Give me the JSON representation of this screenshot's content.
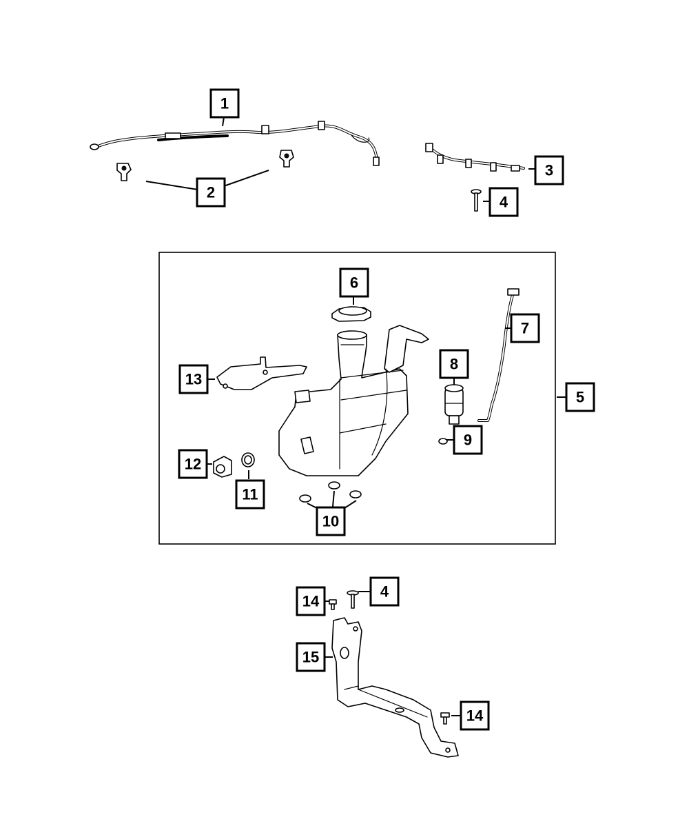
{
  "callouts": {
    "c1": "1",
    "c2": "2",
    "c3": "3",
    "c4a": "4",
    "c4b": "4",
    "c5": "5",
    "c6": "6",
    "c7": "7",
    "c8": "8",
    "c9": "9",
    "c10": "10",
    "c11": "11",
    "c12": "12",
    "c13": "13",
    "c14a": "14",
    "c14b": "14",
    "c15": "15"
  }
}
